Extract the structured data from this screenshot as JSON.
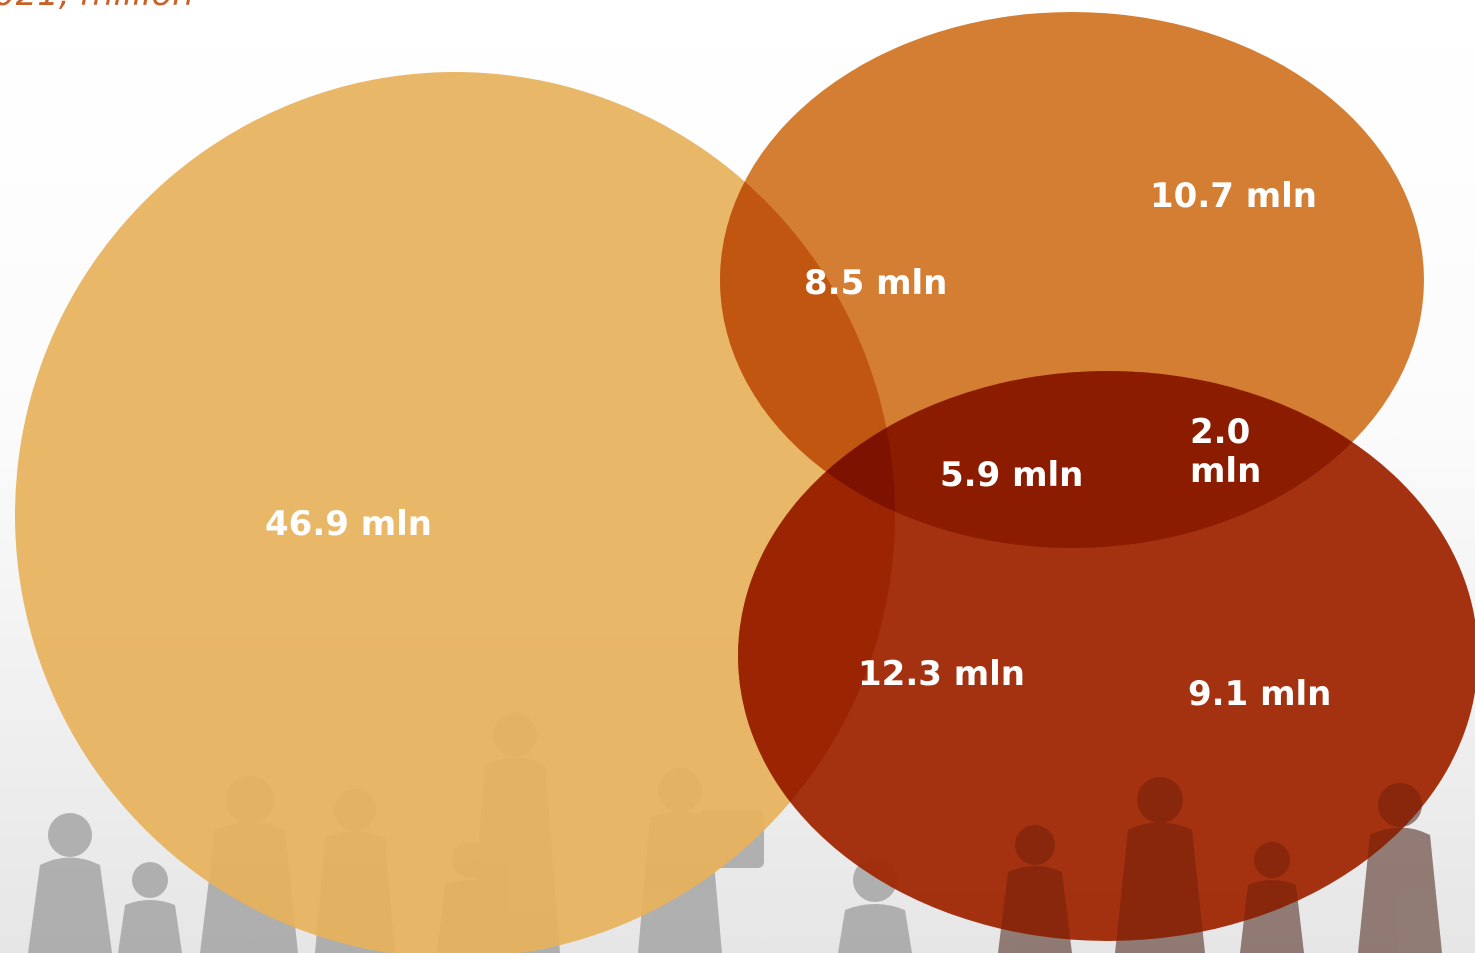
{
  "header": {
    "caption_fragment": "021, million"
  },
  "colors": {
    "circle_large": "#e6b15b",
    "circle_top": "#d2792b",
    "circle_bottom": "#a02a06",
    "overlap_large_top": "#c0560f",
    "overlap_large_bottom": "#9b2502",
    "overlap_top_bottom": "#8c1c00",
    "overlap_all": "#7e1200",
    "label_text": "#ffffff",
    "silhouette": "#7d7d7d"
  },
  "regions": {
    "large_only": "46.9 mln",
    "top_only": "10.7 mln",
    "large_top": "8.5 mln",
    "all_three": "5.9 mln",
    "top_bottom_line1": "2.0",
    "top_bottom_line2": "mln",
    "large_bottom": "12.3 mln",
    "bottom_only": "9.1 mln"
  }
}
